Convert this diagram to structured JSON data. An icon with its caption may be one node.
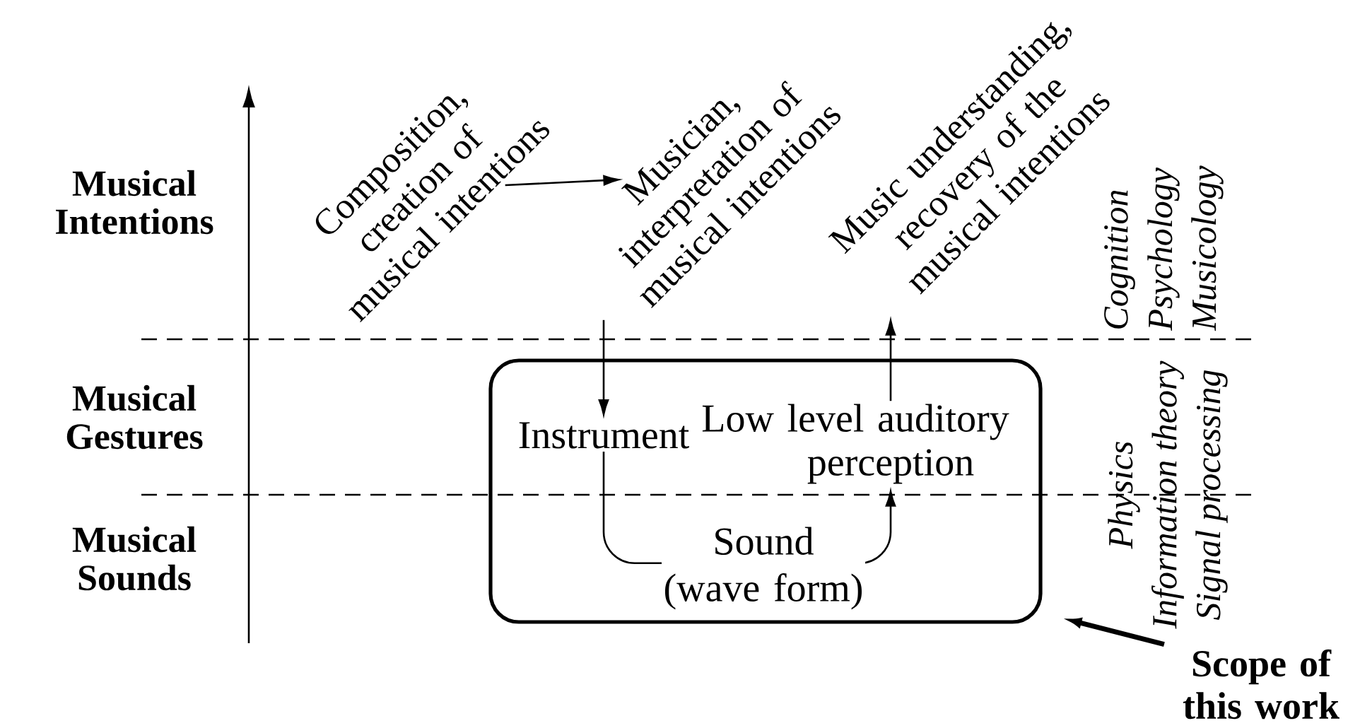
{
  "diagram": {
    "nodes": [
      {
        "text": [
          "Composition, creation of musical intentions"
        ]
      },
      {
        "text": [
          "Musician, interpretation of musical intentions"
        ]
      },
      {
        "text": [
          "Music understanding, recovery of the musical intentions"
        ]
      },
      {
        "text": [],
        "shape": "box"
      },
      {
        "text": [
          "Instrument"
        ],
        "in": 3
      },
      {
        "text": [
          "Low level auditory perception"
        ],
        "in": 3
      },
      {
        "text": [
          "Scope of this work"
        ]
      }
    ],
    "edges": [
      {
        "from": 0,
        "to": 1,
        "arrow": "to"
      },
      {
        "from": 1,
        "to": 4,
        "arrow": "to"
      },
      {
        "from": 4,
        "to": 5,
        "arrow": "to",
        "label": "Sound (wave form)"
      },
      {
        "from": 5,
        "to": 2,
        "arrow": "to"
      },
      {
        "from": 6,
        "to": 3,
        "arrow": "to",
        "style": "thick"
      }
    ],
    "labels": [
      "Musical Intentions",
      "Musical Gestures",
      "Musical Sounds",
      "Cognition",
      "Psychology",
      "Musicology",
      "Physics",
      "Information theory",
      "Signal processing"
    ]
  }
}
